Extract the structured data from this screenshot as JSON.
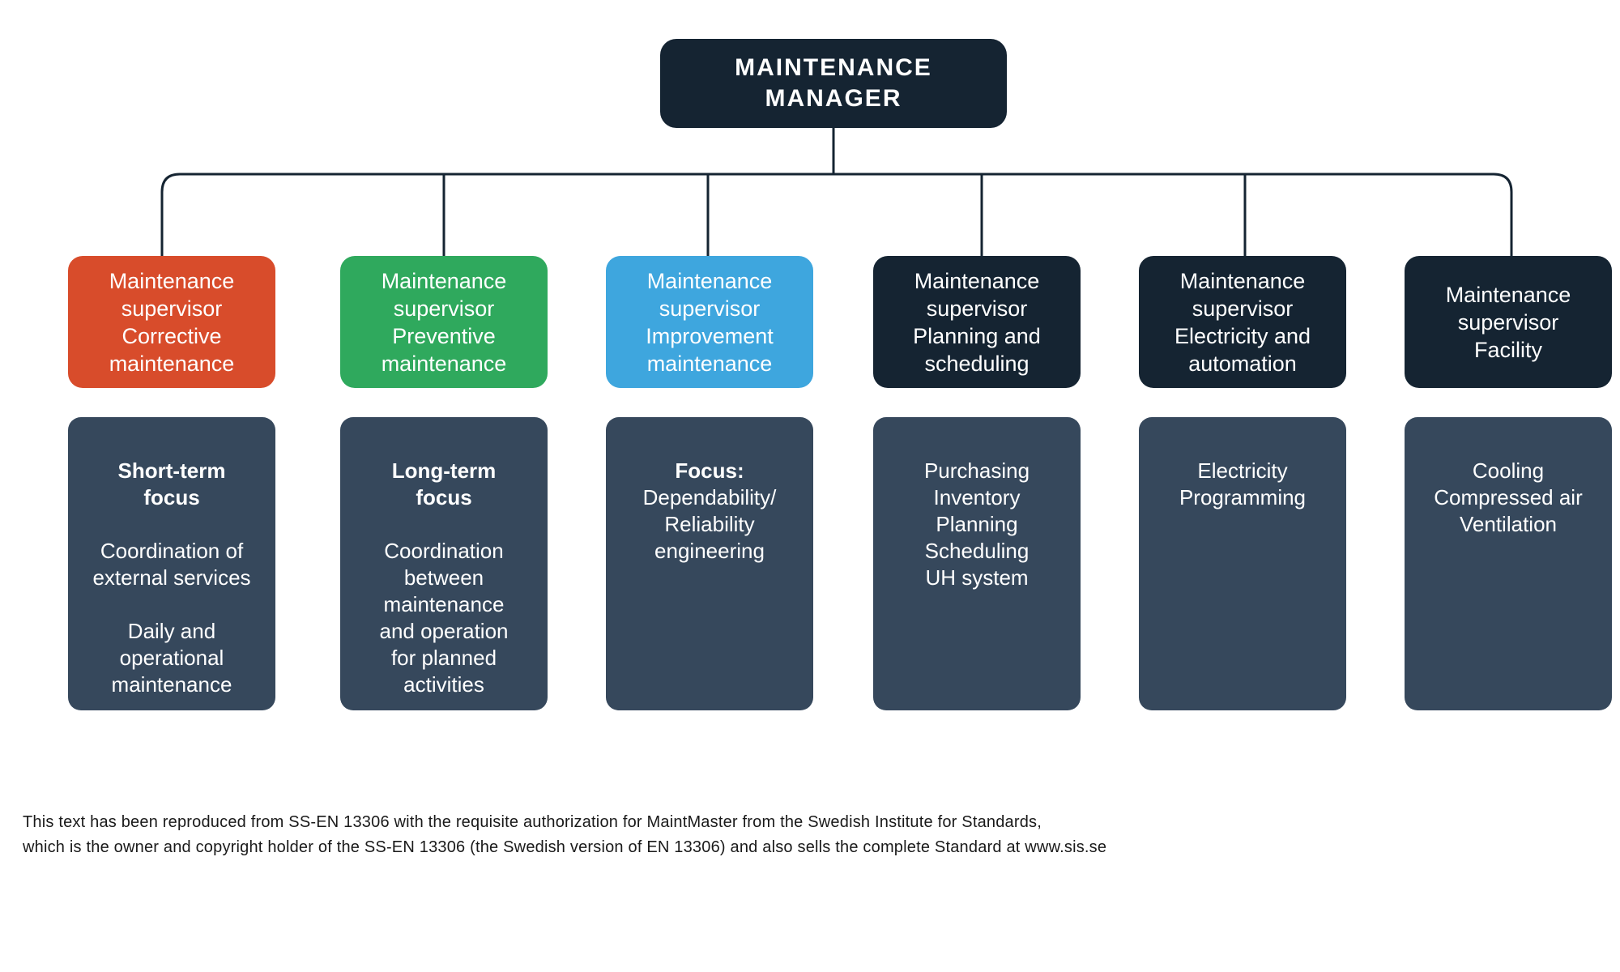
{
  "title": {
    "label": "MAINTENANCE\nMANAGER"
  },
  "columns": [
    {
      "supervisor_label": "Maintenance\nsupervisor\nCorrective\nmaintenance",
      "supervisor_color": "#D84C2B",
      "detail_heading": "Short-term\nfocus",
      "detail_body": "\nCoordination of\nexternal services\n\nDaily and\noperational\nmaintenance"
    },
    {
      "supervisor_label": "Maintenance\nsupervisor\nPreventive\nmaintenance",
      "supervisor_color": "#2FA95D",
      "detail_heading": "Long-term\nfocus",
      "detail_body": "\nCoordination\nbetween\nmaintenance\nand operation\nfor planned\nactivities"
    },
    {
      "supervisor_label": "Maintenance\nsupervisor\nImprovement\nmaintenance",
      "supervisor_color": "#3EA6DE",
      "detail_heading": "Focus:",
      "detail_body": "Dependability/\nReliability\nengineering"
    },
    {
      "supervisor_label": "Maintenance\nsupervisor\nPlanning and\nscheduling",
      "supervisor_color": "#152432",
      "detail_heading": "",
      "detail_body": "Purchasing\nInventory\nPlanning\nScheduling\nUH system"
    },
    {
      "supervisor_label": "Maintenance\nsupervisor\nElectricity and\nautomation",
      "supervisor_color": "#152432",
      "detail_heading": "",
      "detail_body": "Electricity\nProgramming"
    },
    {
      "supervisor_label": "Maintenance\nsupervisor\nFacility",
      "supervisor_color": "#152432",
      "detail_heading": "",
      "detail_body": "Cooling\nCompressed air\nVentilation"
    }
  ],
  "footer": {
    "line1": "This text has been reproduced from SS-EN 13306 with the requisite authorization for MaintMaster from the Swedish Institute for Standards,",
    "line2": "which is the owner and copyright holder of the SS-EN 13306 (the Swedish version of EN 13306) and also sells the complete Standard at www.sis.se"
  },
  "colors": {
    "navy": "#152432",
    "orange": "#D84C2B",
    "green": "#2FA95D",
    "blue": "#3EA6DE",
    "slate_detail": "#36485C",
    "connector_line": "#152432",
    "text_light": "#FFFFFF",
    "footer_text": "#1A1A1A",
    "background": "#FFFFFF"
  }
}
